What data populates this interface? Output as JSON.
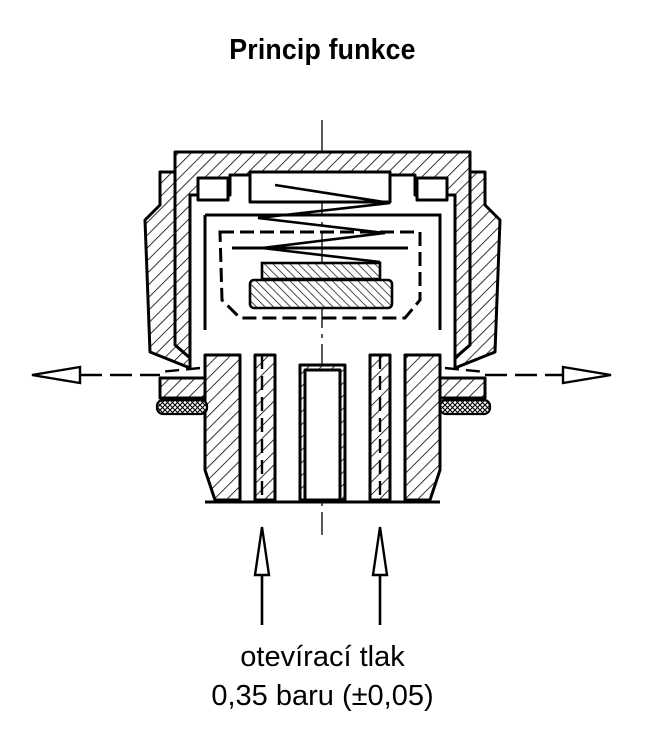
{
  "title": "Princip funkce",
  "labels": {
    "opening_pressure": "otevírací tlak",
    "pressure_value": "0,35 baru (±0,05)"
  },
  "colors": {
    "line": "#000000",
    "background": "#ffffff"
  },
  "icons": {
    "arrow_left": "arrow-left-icon",
    "arrow_right": "arrow-right-icon",
    "arrow_up": "arrow-up-icon"
  }
}
